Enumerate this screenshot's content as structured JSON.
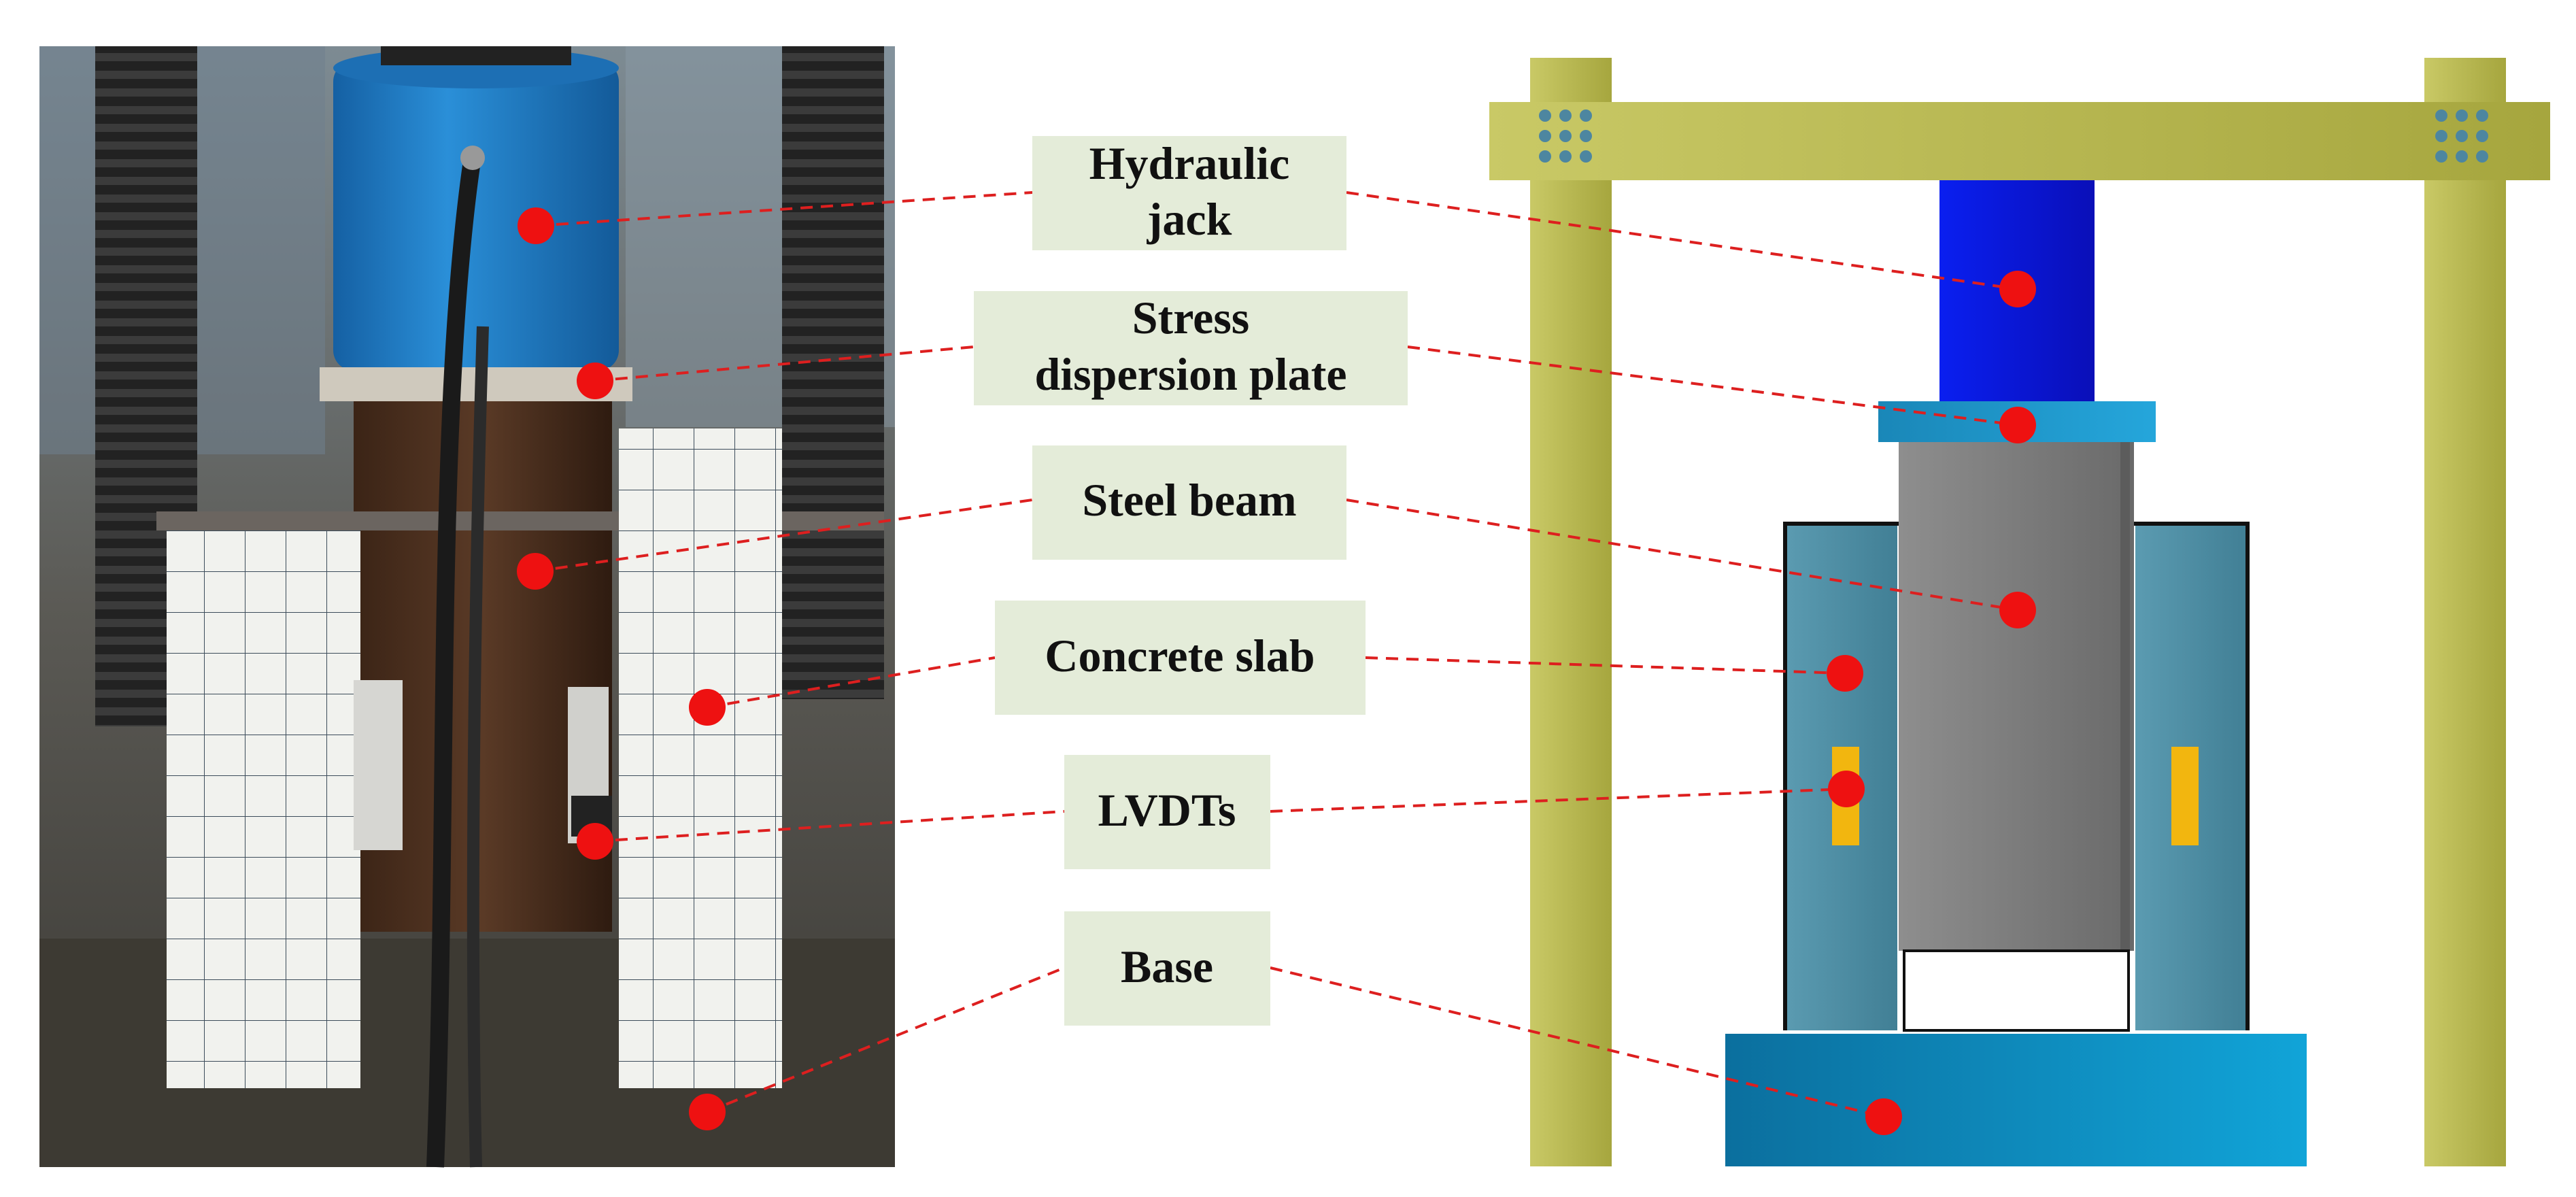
{
  "labels": [
    {
      "id": "hydraulic-jack",
      "lines": [
        "Hydraulic",
        "jack"
      ]
    },
    {
      "id": "stress-dispersion-plate",
      "lines": [
        "Stress",
        "dispersion plate"
      ]
    },
    {
      "id": "steel-beam",
      "lines": [
        "Steel beam"
      ]
    },
    {
      "id": "concrete-slab",
      "lines": [
        "Concrete slab"
      ]
    },
    {
      "id": "lvdts",
      "lines": [
        "LVDTs"
      ]
    },
    {
      "id": "base",
      "lines": [
        "Base"
      ]
    }
  ],
  "colors": {
    "frame": "#b5b652",
    "jack": "#0b18e0",
    "plate": "#1c93c9",
    "steel_beam": "#808080",
    "concrete": "#4a8da3",
    "lvdt": "#f2b60f",
    "base": "#0e86c2",
    "marker": "#ee1111",
    "leader": "#dd1f1f",
    "label_bg": "#e4ecd9",
    "photo_jack": "#1f7fc9",
    "photo_block": "#f3f3ef"
  }
}
